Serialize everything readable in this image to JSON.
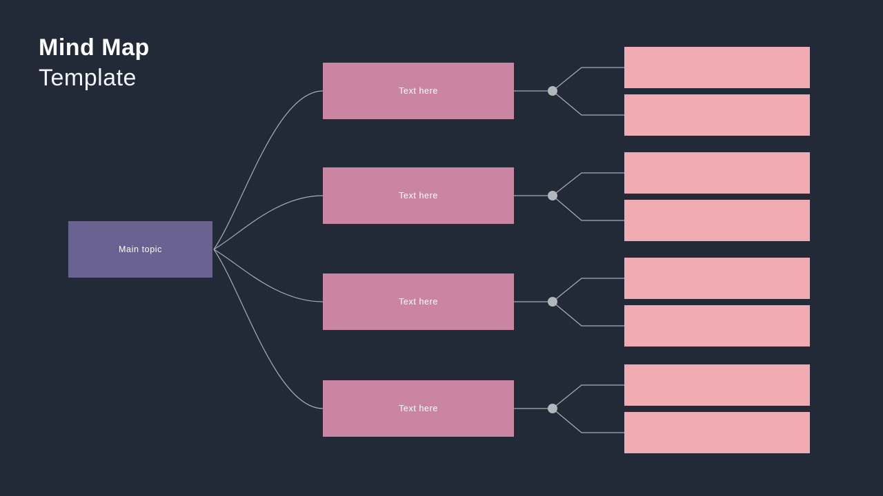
{
  "slide": {
    "title_line1": "Mind Map",
    "title_line2": "Template"
  },
  "colors": {
    "background": "#232a37",
    "main_topic": "#6a6290",
    "branch": "#ca85a2",
    "child": "#f1abb2",
    "connector_line": "#a9aeb5",
    "node": "#b3b6ba",
    "title_text": "#ffffff",
    "box_text": "#ffffff"
  },
  "diagram": {
    "main_topic": {
      "label": "Main topic"
    },
    "branches": [
      {
        "label": "Text here",
        "children": [
          "",
          ""
        ]
      },
      {
        "label": "Text here",
        "children": [
          "",
          ""
        ]
      },
      {
        "label": "Text here",
        "children": [
          "",
          ""
        ]
      },
      {
        "label": "Text here",
        "children": [
          "",
          ""
        ]
      }
    ]
  }
}
